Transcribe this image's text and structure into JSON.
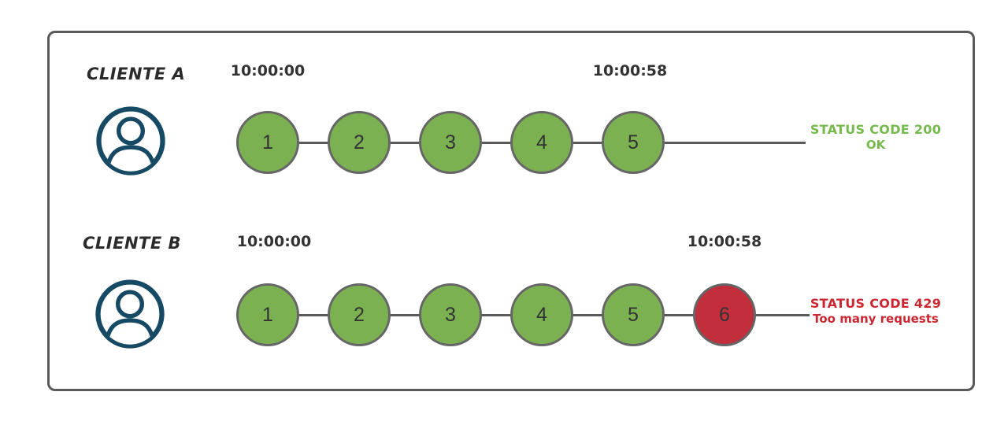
{
  "diagram": {
    "clients": [
      {
        "name": "CLIENTE A",
        "start_time": "10:00:00",
        "end_time": "10:00:58",
        "requests": [
          {
            "label": "1",
            "status": "accepted"
          },
          {
            "label": "2",
            "status": "accepted"
          },
          {
            "label": "3",
            "status": "accepted"
          },
          {
            "label": "4",
            "status": "accepted"
          },
          {
            "label": "5",
            "status": "accepted"
          }
        ],
        "result": {
          "code": "STATUS CODE 200",
          "detail": "OK",
          "color": "#76B94D"
        }
      },
      {
        "name": "CLIENTE B",
        "start_time": "10:00:00",
        "end_time": "10:00:58",
        "requests": [
          {
            "label": "1",
            "status": "accepted"
          },
          {
            "label": "2",
            "status": "accepted"
          },
          {
            "label": "3",
            "status": "accepted"
          },
          {
            "label": "4",
            "status": "accepted"
          },
          {
            "label": "5",
            "status": "accepted"
          },
          {
            "label": "6",
            "status": "rejected"
          }
        ],
        "result": {
          "code": "STATUS CODE 429",
          "detail": "Too many requests",
          "color": "#CB2733"
        }
      }
    ],
    "colors": {
      "request_accepted": "#7CB152",
      "request_rejected": "#C22E3C",
      "circle_border": "#666666",
      "connector_line": "#595959",
      "frame_border": "#595959",
      "person_icon": "#164963",
      "status_ok_text": "#76B94D",
      "status_error_text": "#CB2733",
      "timestamp_text": "#333333"
    }
  }
}
